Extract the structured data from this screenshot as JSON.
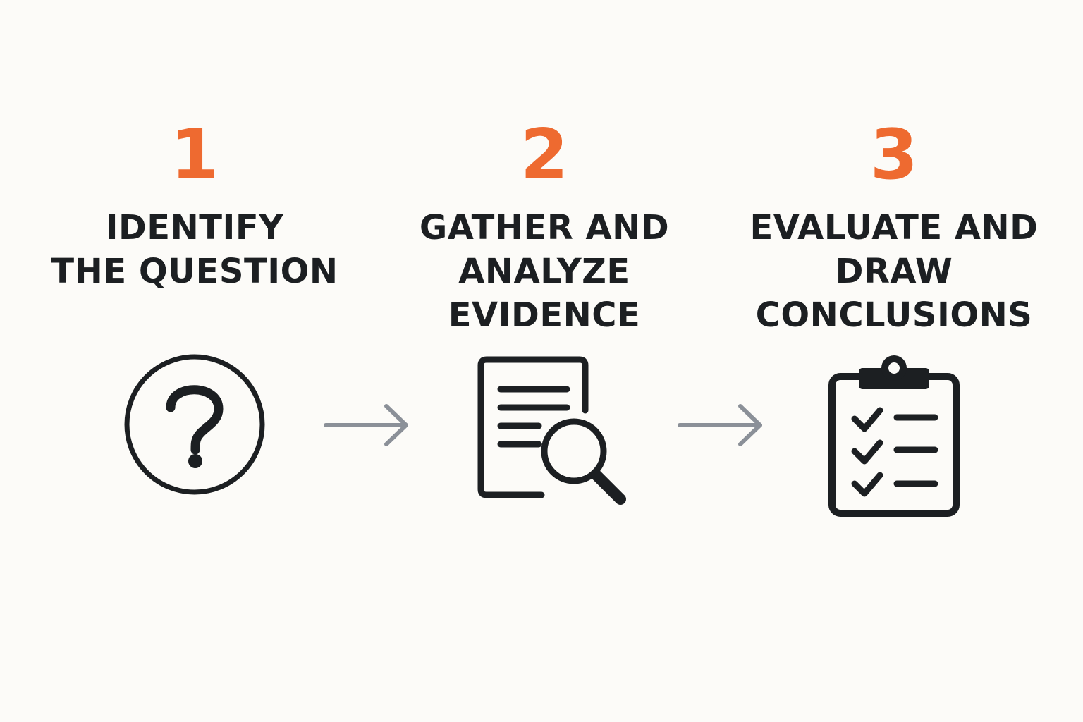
{
  "colors": {
    "background": "#fcfbf8",
    "accent": "#ee6a30",
    "ink": "#1c1f22",
    "arrow": "#8b9098"
  },
  "steps": [
    {
      "number": "1",
      "label_lines": [
        "IDENTIFY",
        "THE QUESTION"
      ],
      "icon": "question-mark-circle-icon"
    },
    {
      "number": "2",
      "label_lines": [
        "GATHER AND",
        "ANALYZE",
        "EVIDENCE"
      ],
      "icon": "document-magnifier-icon"
    },
    {
      "number": "3",
      "label_lines": [
        "EVALUATE AND",
        "DRAW",
        "CONCLUSIONS"
      ],
      "icon": "clipboard-checklist-icon"
    }
  ],
  "connectors": [
    "arrow-right-icon",
    "arrow-right-icon"
  ]
}
